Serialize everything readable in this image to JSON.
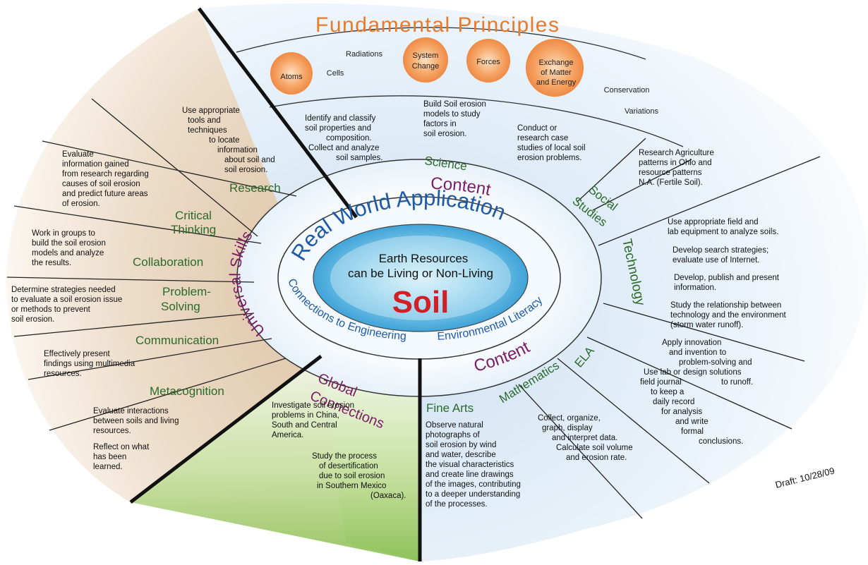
{
  "title": "Fundamental Principles",
  "principles": [
    "Atoms",
    "Cells",
    "Radiations",
    "System Change",
    "Forces",
    "Exchange of Matter and Energy",
    "Conservation",
    "Variations"
  ],
  "principle_circle_lines": {
    "system_change": [
      "System",
      "Change"
    ],
    "forces": [
      "Forces"
    ],
    "exchange": [
      "Exchange",
      "of Matter",
      "and Energy"
    ],
    "atoms": [
      "Atoms"
    ]
  },
  "center": {
    "line1": "Earth Resources",
    "line2": "can be Living or Non-Living",
    "soil": "Soil"
  },
  "ring": {
    "real_world": "Real World Application",
    "connections": "Connections to Engineering",
    "environmental": "Environmental Literacy",
    "content_top": "Content",
    "content_bottom": "Content",
    "universal_skills": "Universal Skills",
    "global": [
      "Global",
      "Connections"
    ]
  },
  "headers": {
    "science": "Science",
    "social": [
      "Social",
      "Studies"
    ],
    "technology": "Technology",
    "ela": "ELA",
    "mathematics": "Mathematics",
    "fine_arts": "Fine Arts",
    "research": "Research",
    "critical": [
      "Critical",
      "Thinking"
    ],
    "collaboration": "Collaboration",
    "problem": [
      "Problem-",
      "Solving"
    ],
    "communication": "Communication",
    "metacognition": "Metacognition"
  },
  "texts": {
    "science1": [
      "Identify and classify",
      "soil properties and",
      "composition.",
      "Collect and analyze",
      "soil samples."
    ],
    "science2": [
      "Build Soil erosion",
      "models to study",
      "factors in",
      "soil erosion."
    ],
    "science3": [
      "Conduct or",
      "research case",
      "studies of local soil",
      "erosion problems."
    ],
    "social": [
      "Research Agriculture",
      "patterns in Ohio and",
      "resource patterns",
      "N.A. (Fertile Soil)."
    ],
    "tech1": [
      "Use appropriate field and",
      "lab equipment to analyze soils."
    ],
    "tech2": [
      "Develop search strategies;",
      "evaluate use of Internet."
    ],
    "tech3": [
      "Develop, publish and present",
      "information."
    ],
    "tech4": [
      "Study the relationship between",
      "technology and the environment",
      "(storm water runoff)."
    ],
    "tech5": [
      "Apply innovation",
      "and invention to",
      "problem-solving and",
      "design solutions",
      "to runoff."
    ],
    "ela": [
      "Use lab or",
      "field journal",
      "to keep a",
      "daily record",
      "for analysis",
      "and write",
      "formal",
      "conclusions."
    ],
    "math": [
      "Collect, organize,",
      "graph, display",
      "and interpret data.",
      "Calculate soil volume",
      "and erosion rate."
    ],
    "finearts": [
      "Observe natural",
      "photographs of",
      "soil erosion by wind",
      "and water, describe",
      "the visual characteristics",
      "and create line drawings",
      "of the images, contributing",
      "to a deeper understanding",
      "of the processes."
    ],
    "global1": [
      "Investigate soil erosion",
      "problems in China,",
      "South and Central",
      "America."
    ],
    "global2": [
      "Study the process",
      "of desertification",
      "due to soil erosion",
      "in Southern Mexico",
      "(Oaxaca)."
    ],
    "research": [
      "Use appropriate",
      "tools and",
      "techniques",
      "to locate",
      "information",
      "about soil and",
      "soil erosion."
    ],
    "critical": [
      "Evaluate",
      "information gained",
      "from research regarding",
      "causes of soil erosion",
      "and predict future areas",
      "of erosion."
    ],
    "collab": [
      "Work in groups to",
      "build the soil erosion",
      "models and analyze",
      "the results."
    ],
    "problem": [
      "Determine strategies needed",
      "to evaluate a soil erosion issue",
      "or methods to prevent",
      "soil erosion."
    ],
    "comm": [
      "Effectively present",
      "findings using multimedia",
      "resources."
    ],
    "meta1": [
      "Evaluate interactions",
      "between soils and living",
      "resources."
    ],
    "meta2": [
      "Reflect on what",
      "has been",
      "learned."
    ]
  },
  "draft": "Draft: 10/28/09",
  "colors": {
    "orange": "#e87a2a",
    "green_text": "#2a6b2a",
    "purple": "#7b1d64",
    "blue": "#1f5aa6",
    "soil_red": "#d21f26",
    "tan_fill": "#ead8c3",
    "light_blue_fill": "#e3eef8",
    "green_fill": "#a9cf73"
  }
}
